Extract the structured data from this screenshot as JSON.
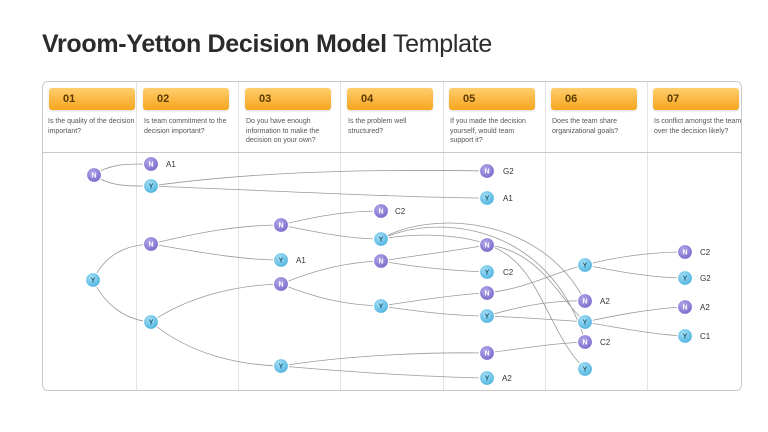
{
  "title": {
    "bold": "Vroom-Yetton Decision Model",
    "light": "Template"
  },
  "colors": {
    "accent": "#f7a51e",
    "node_n": "#8e7fd6",
    "node_y": "#6cc3e8",
    "line": "#9a9a9a"
  },
  "steps": [
    {
      "num": "01",
      "question": "Is the quality of the decision important?"
    },
    {
      "num": "02",
      "question": "Is team commitment to the decision important?"
    },
    {
      "num": "03",
      "question": "Do you have enough information to make the decision on your own?"
    },
    {
      "num": "04",
      "question": "Is the problem well structured?"
    },
    {
      "num": "05",
      "question": "If you made the decision yourself, would team support it?"
    },
    {
      "num": "06",
      "question": "Does the team share organizational goals?"
    },
    {
      "num": "07",
      "question": "Is conflict amongst the team over the decision likely?"
    }
  ],
  "outcomes": [
    "A1",
    "G2",
    "A1",
    "C2",
    "A1",
    "C2",
    "A2",
    "C2",
    "A2",
    "C2",
    "G2",
    "A2",
    "C1"
  ]
}
